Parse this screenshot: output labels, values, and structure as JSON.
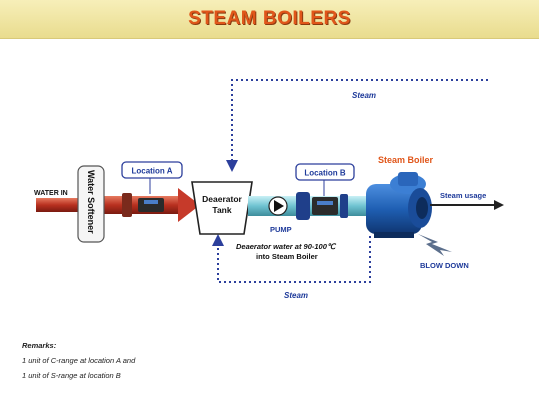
{
  "header": {
    "title": "STEAM BOILERS"
  },
  "labels": {
    "water_in": "WATER IN",
    "water_softener": "Water Softener",
    "location_a": "Location A",
    "location_b": "Location B",
    "deaerator_line1": "Deaerator",
    "deaerator_line2": "Tank",
    "pump": "PUMP",
    "steam_boiler": "Steam Boiler",
    "steam_usage": "Steam usage",
    "blow_down": "BLOW DOWN",
    "steam_top": "Steam",
    "steam_bottom": "Steam",
    "note_line1": "Deaerator water at 90-100℃",
    "note_line2": "into Steam Boiler"
  },
  "remarks": {
    "title": "Remarks:",
    "lines": [
      "1 unit of C-range at location A and",
      "1 unit of S-range  at location B"
    ]
  },
  "colors": {
    "title": "#e0561a",
    "header_bg": "#f2e8a8",
    "pipe_red": "#c63a2a",
    "pipe_cyan": "#7ed0dc",
    "boiler_blue": "#1f5fb3",
    "dotted_line": "#2c3f9c",
    "label_blue": "#1e3a9a"
  }
}
